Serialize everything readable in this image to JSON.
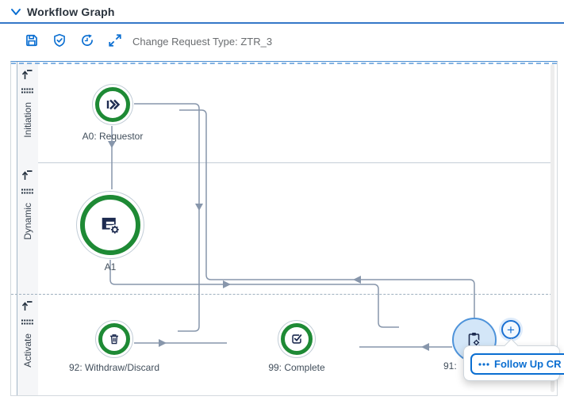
{
  "header": {
    "title": "Workflow Graph"
  },
  "toolbar": {
    "change_request_type": "Change Request Type: ZTR_3"
  },
  "lanes": [
    {
      "name": "Initiation"
    },
    {
      "name": "Dynamic"
    },
    {
      "name": "Activate"
    }
  ],
  "nodes": [
    {
      "id": "A0",
      "label": "A0: Requestor",
      "icon": "fast-forward-icon",
      "status": "green"
    },
    {
      "id": "A1",
      "label": "A1",
      "icon": "table-gear-icon",
      "status": "green"
    },
    {
      "id": "92",
      "label": "92: Withdraw/Discard",
      "icon": "trash-icon",
      "status": "green"
    },
    {
      "id": "99",
      "label": "99: Complete",
      "icon": "complete-check-icon",
      "status": "green"
    },
    {
      "id": "91",
      "label": "91:",
      "icon": "clipboard-gear-icon",
      "status": "selected"
    }
  ],
  "plus_button": {
    "label": "+"
  },
  "popover": {
    "action_label": "Follow Up CR"
  },
  "colors": {
    "accent_blue": "#0a6ed1",
    "header_underline": "#3577c8",
    "node_green": "#1e8a35",
    "edge_gray": "#8796ab",
    "selected_node_fill": "#d3e6f8",
    "selected_node_border": "#4e93da"
  }
}
